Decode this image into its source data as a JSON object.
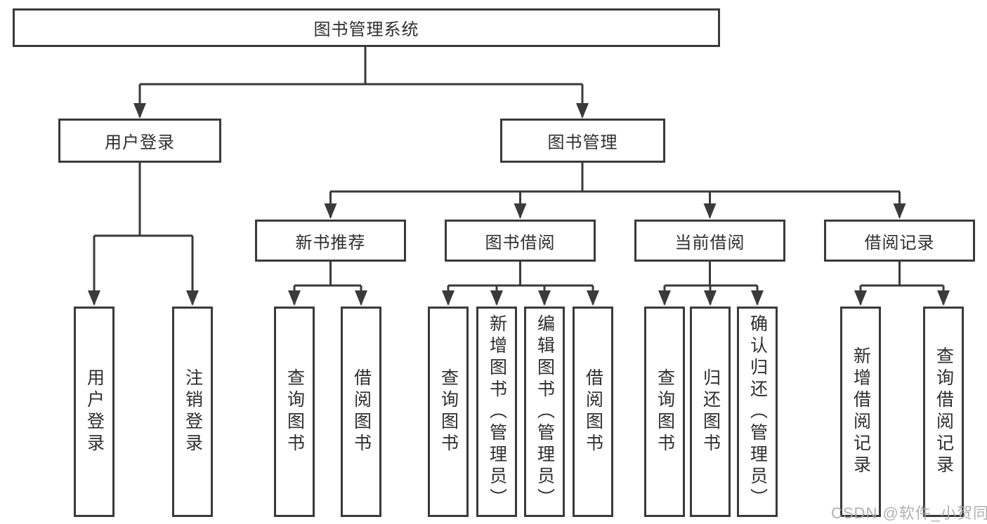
{
  "diagram": {
    "root": {
      "label": "图书管理系统"
    },
    "level2": [
      {
        "label": "用户登录"
      },
      {
        "label": "图书管理"
      }
    ],
    "level3": [
      {
        "label": "新书推荐"
      },
      {
        "label": "图书借阅"
      },
      {
        "label": "当前借阅"
      },
      {
        "label": "借阅记录"
      }
    ],
    "leaves": [
      {
        "label": "用户登录",
        "parent": "用户登录"
      },
      {
        "label": "注销登录",
        "parent": "用户登录"
      },
      {
        "label": "查询图书",
        "parent": "新书推荐"
      },
      {
        "label": "借阅图书",
        "parent": "新书推荐"
      },
      {
        "label": "查询图书",
        "parent": "图书借阅"
      },
      {
        "label": "新增图书（管理员）",
        "parent": "图书借阅"
      },
      {
        "label": "编辑图书（管理员）",
        "parent": "图书借阅"
      },
      {
        "label": "借阅图书",
        "parent": "图书借阅"
      },
      {
        "label": "查询图书",
        "parent": "当前借阅"
      },
      {
        "label": "归还图书",
        "parent": "当前借阅"
      },
      {
        "label": "确认归还（管理员）",
        "parent": "当前借阅"
      },
      {
        "label": "新增借阅记录",
        "parent": "借阅记录"
      },
      {
        "label": "查询借阅记录",
        "parent": "借阅记录"
      }
    ]
  },
  "watermark": {
    "text": "CSDN @软件_小贺同学"
  },
  "colors": {
    "line": "#3a3a3a",
    "text": "#2e2e2e",
    "box_background": "#ffffff",
    "watermark": "#a9a9a9"
  }
}
